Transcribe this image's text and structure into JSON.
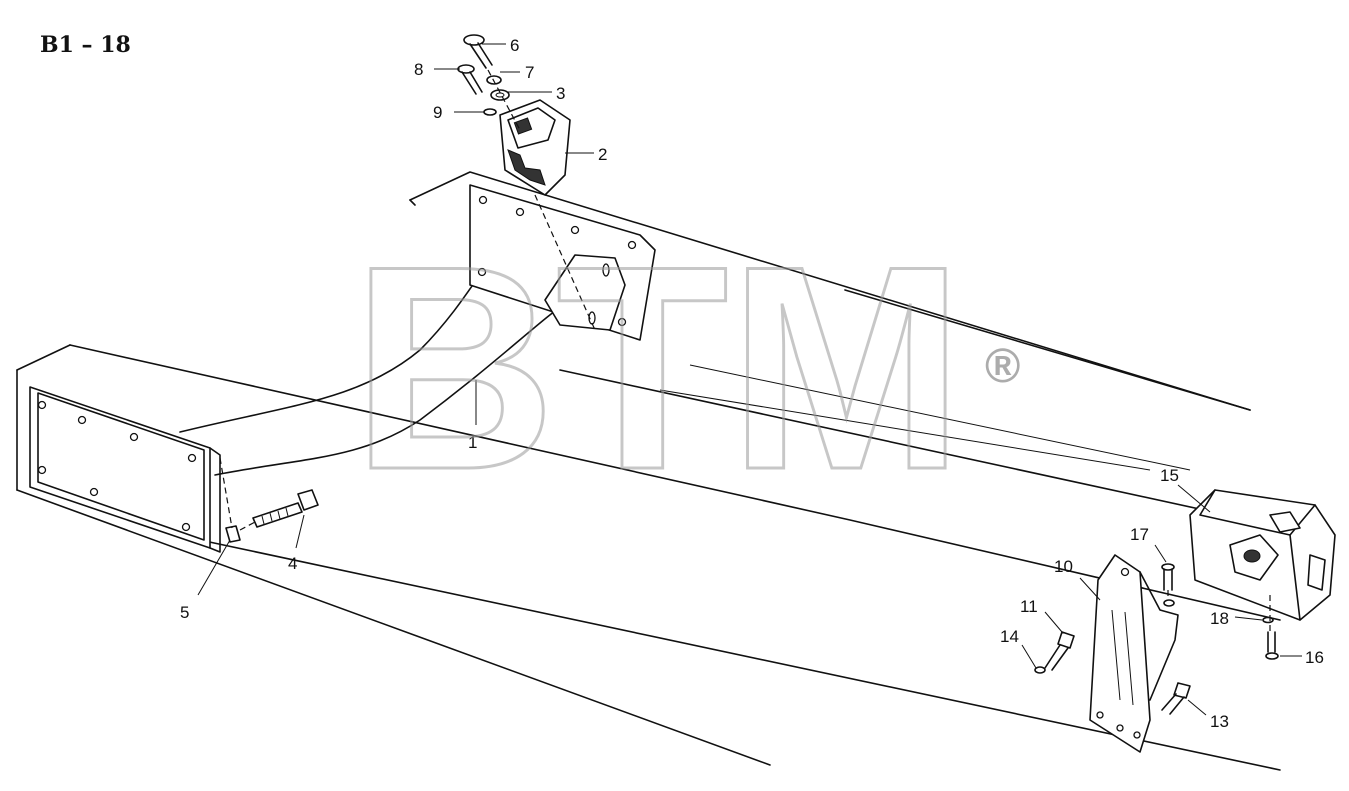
{
  "figure": {
    "code": "B1 – 18",
    "watermark": "BTM",
    "watermark_symbol": "®"
  },
  "callouts": [
    "1",
    "2",
    "3",
    "4",
    "5",
    "6",
    "7",
    "8",
    "9",
    "10",
    "11",
    "13",
    "14",
    "15",
    "16",
    "17",
    "18"
  ]
}
